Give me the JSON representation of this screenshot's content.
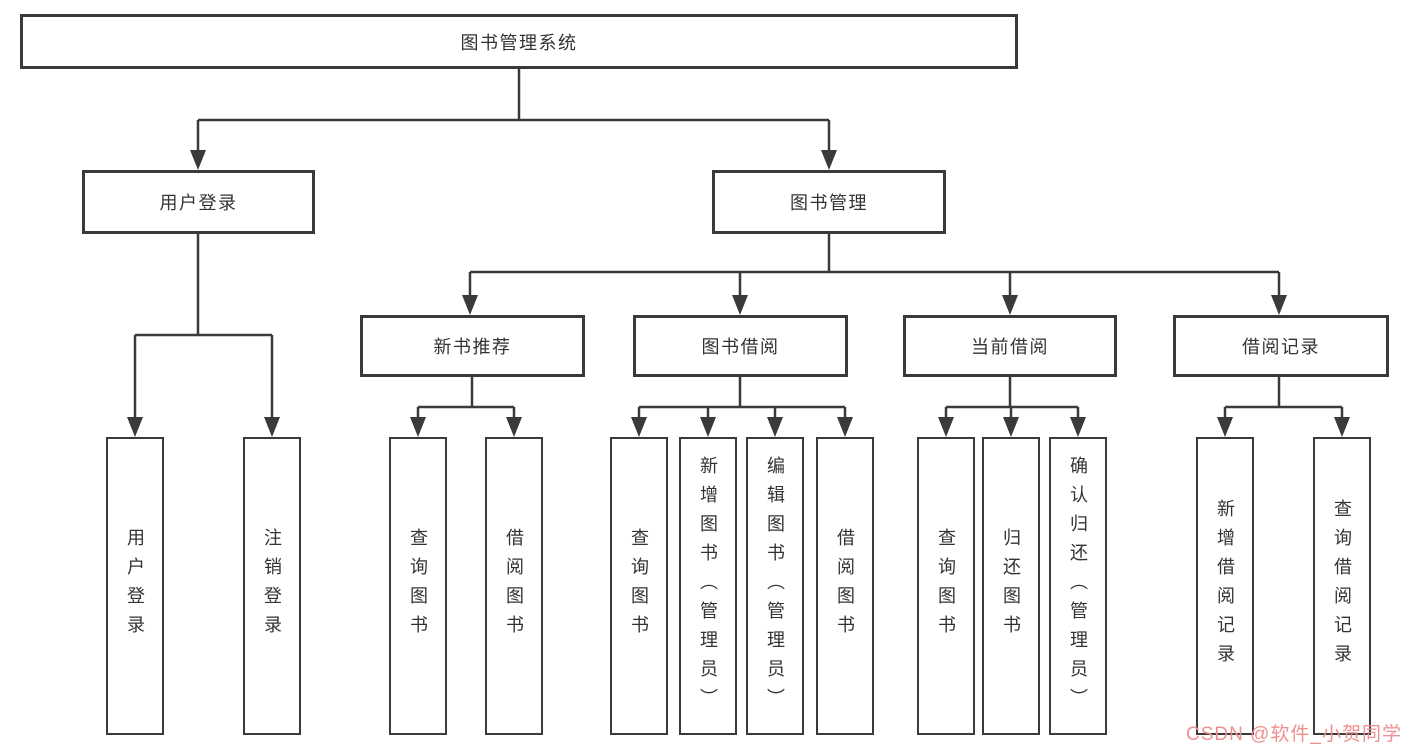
{
  "diagram": {
    "root": {
      "label": "图书管理系统"
    },
    "level1": [
      {
        "id": "user-login",
        "label": "用户登录"
      },
      {
        "id": "book-management",
        "label": "图书管理"
      }
    ],
    "level2": [
      {
        "id": "new-book-recommendation",
        "label": "新书推荐",
        "parent": "book-management"
      },
      {
        "id": "book-borrowing",
        "label": "图书借阅",
        "parent": "book-management"
      },
      {
        "id": "current-borrowing",
        "label": "当前借阅",
        "parent": "book-management"
      },
      {
        "id": "borrowing-records",
        "label": "借阅记录",
        "parent": "book-management"
      }
    ],
    "leaves": [
      {
        "label": "用户登录",
        "parent": "user-login"
      },
      {
        "label": "注销登录",
        "parent": "user-login"
      },
      {
        "label": "查询图书",
        "parent": "new-book-recommendation"
      },
      {
        "label": "借阅图书",
        "parent": "new-book-recommendation"
      },
      {
        "label": "查询图书",
        "parent": "book-borrowing"
      },
      {
        "label": "新增图书（管理员）",
        "parent": "book-borrowing"
      },
      {
        "label": "编辑图书（管理员）",
        "parent": "book-borrowing"
      },
      {
        "label": "借阅图书",
        "parent": "book-borrowing"
      },
      {
        "label": "查询图书",
        "parent": "current-borrowing"
      },
      {
        "label": "归还图书",
        "parent": "current-borrowing"
      },
      {
        "label": "确认归还（管理员）",
        "parent": "current-borrowing"
      },
      {
        "label": "新增借阅记录",
        "parent": "borrowing-records"
      },
      {
        "label": "查询借阅记录",
        "parent": "borrowing-records"
      }
    ]
  },
  "watermark": {
    "text": "CSDN @软件_小贺同学",
    "color": "#f08f8f"
  },
  "colors": {
    "line": "#3a3a3a",
    "box_border": "#3a3a3a",
    "text": "#333333",
    "background": "#ffffff"
  }
}
